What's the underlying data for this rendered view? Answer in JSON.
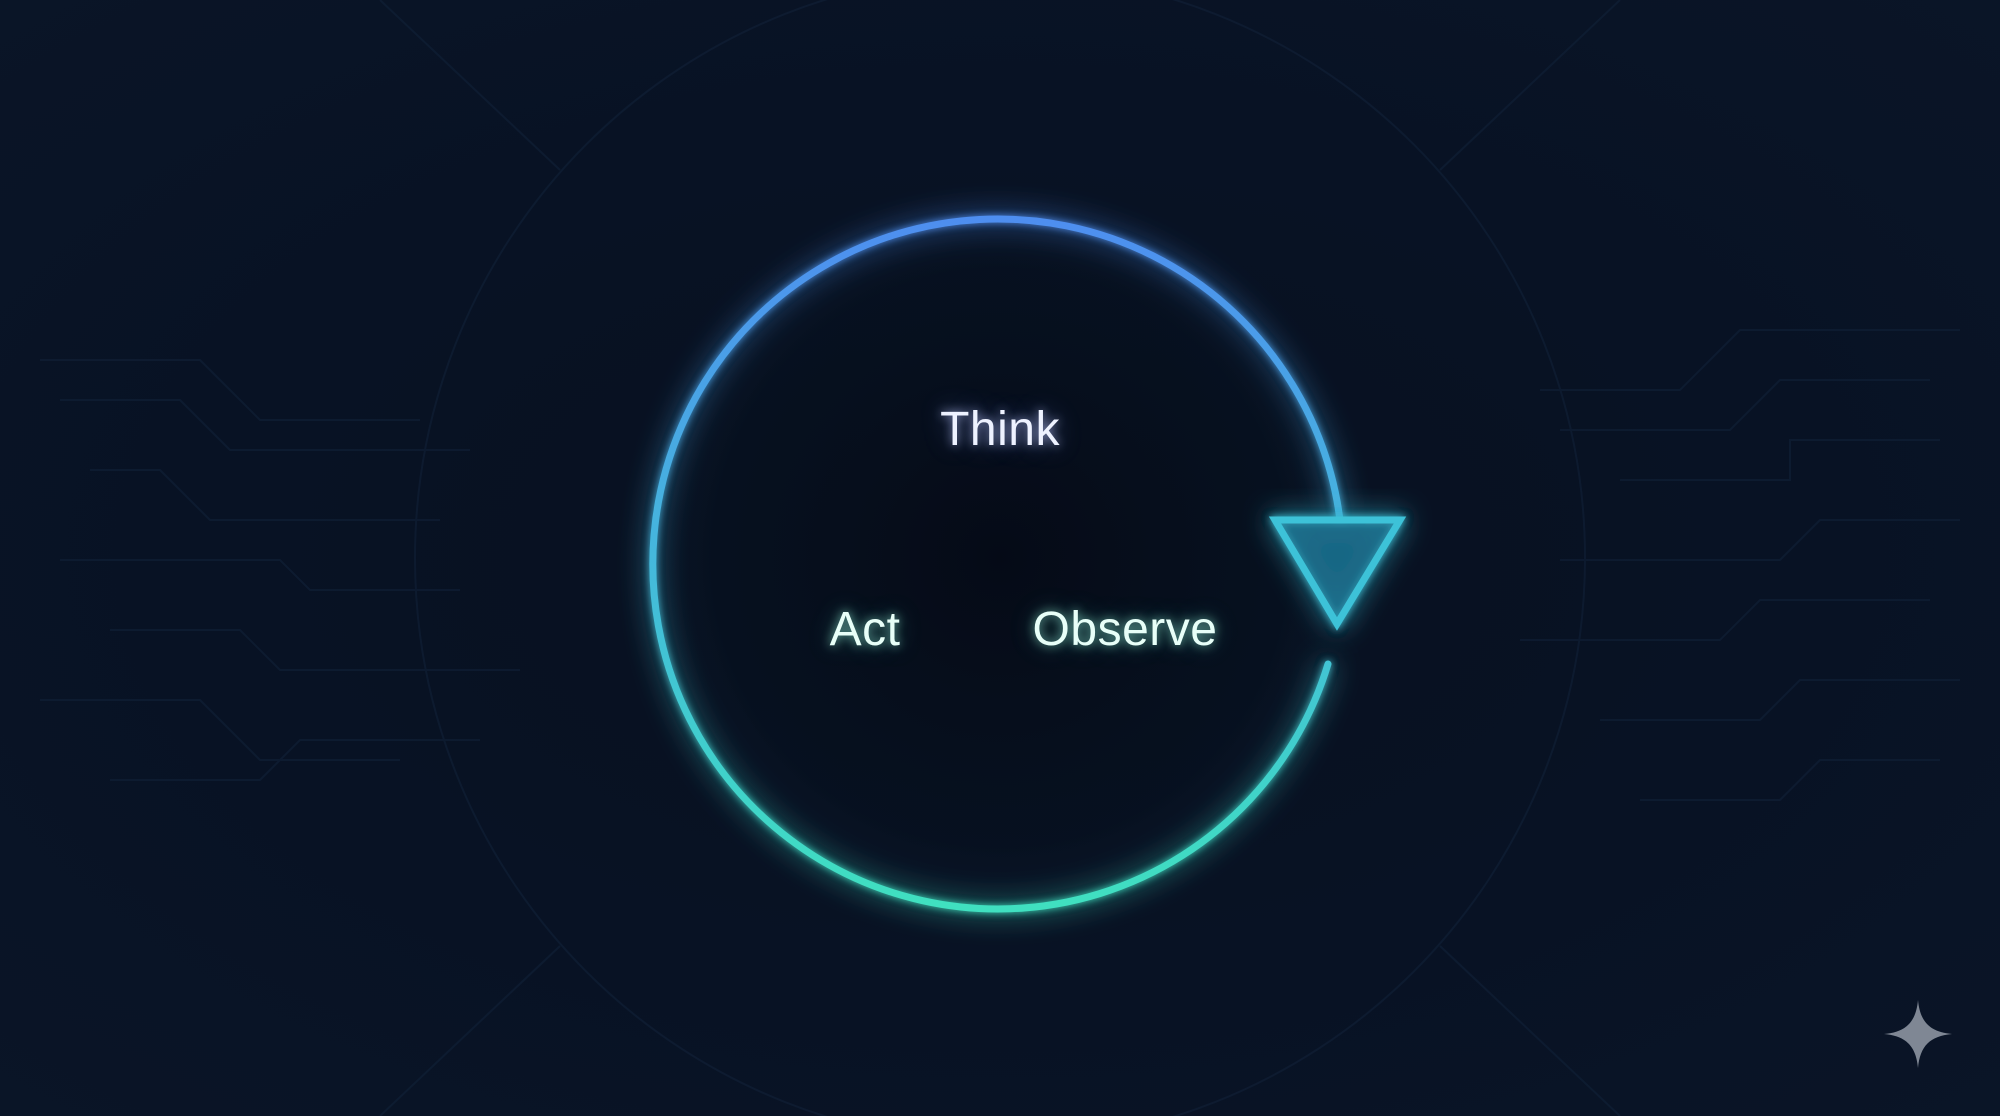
{
  "diagram": {
    "nodes": [
      {
        "id": "think",
        "label": "Think"
      },
      {
        "id": "act",
        "label": "Act"
      },
      {
        "id": "observe",
        "label": "Observe"
      }
    ],
    "cycle_direction": "clockwise",
    "colors": {
      "background": "#081022",
      "ring_top": "#4f8df0",
      "ring_bottom": "#3fe0c0",
      "arrowhead": "#3cc2d8",
      "label_text": "#eef2ff",
      "watermark": "#7f8794"
    }
  },
  "icons": {
    "watermark": "sparkle-icon"
  }
}
